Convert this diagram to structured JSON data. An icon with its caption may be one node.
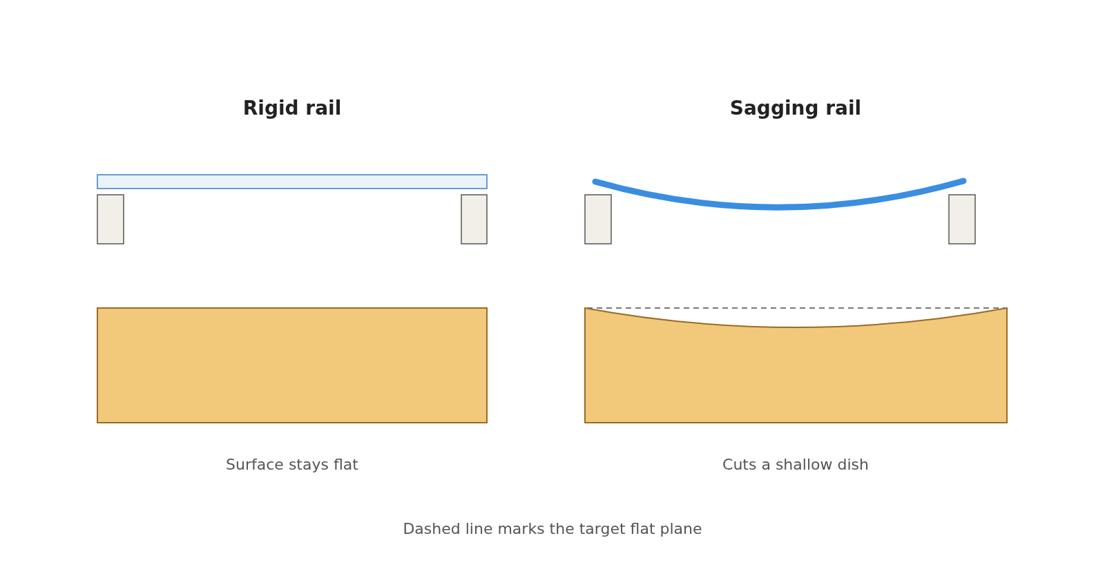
{
  "diagram": {
    "caption": "Dashed line marks the target flat plane",
    "labels": [
      "Rigid rail",
      "Sagging rail",
      "Surface stays flat",
      "Cuts a shallow dish"
    ]
  }
}
